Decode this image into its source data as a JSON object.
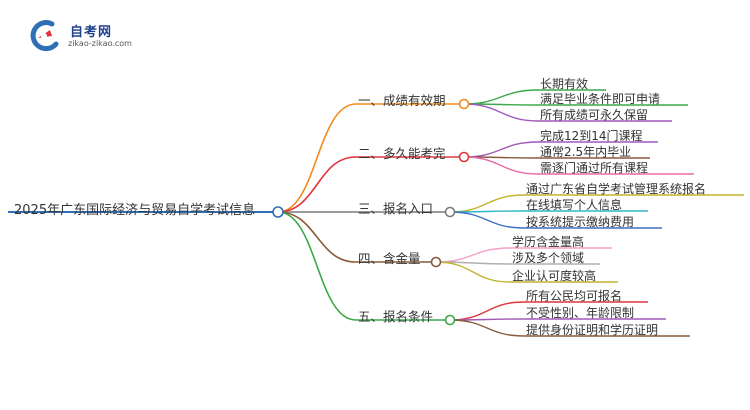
{
  "logo": {
    "name": "自考网",
    "url_text": "zikao-zikao.com"
  },
  "root": {
    "label": "2025年广东国际经济与贸易自学考试信息"
  },
  "branches": [
    {
      "label": "一、成绩有效期",
      "color": "#f28a1d",
      "leaves": [
        {
          "label": "长期有效",
          "color": "#3aa84a"
        },
        {
          "label": "满足毕业条件即可申请",
          "color": "#3aa84a"
        },
        {
          "label": "所有成绩可永久保留",
          "color": "#a05ab8"
        }
      ]
    },
    {
      "label": "二、多久能考完",
      "color": "#e0353b",
      "leaves": [
        {
          "label": "完成12到14门课程",
          "color": "#a05ab8"
        },
        {
          "label": "通常2.5年内毕业",
          "color": "#8a5a3c"
        },
        {
          "label": "需逐门通过所有课程",
          "color": "#e86aa8"
        }
      ]
    },
    {
      "label": "三、报名入口",
      "color": "#7a7a7a",
      "leaves": [
        {
          "label": "通过广东省自学考试管理系统报名",
          "color": "#c2b32e"
        },
        {
          "label": "在线填写个人信息",
          "color": "#2fb6c8"
        },
        {
          "label": "按系统提示缴纳费用",
          "color": "#3b6fc2"
        }
      ]
    },
    {
      "label": "四、含金量",
      "color": "#8a5a3c",
      "leaves": [
        {
          "label": "学历含金量高",
          "color": "#f2a0c8"
        },
        {
          "label": "涉及多个领域",
          "color": "#b0b0b0"
        },
        {
          "label": "企业认可度较高",
          "color": "#c2b32e"
        }
      ]
    },
    {
      "label": "五、报名条件",
      "color": "#3aa84a",
      "leaves": [
        {
          "label": "所有公民均可报名",
          "color": "#e0353b"
        },
        {
          "label": "不受性别、年龄限制",
          "color": "#a05ab8"
        },
        {
          "label": "提供身份证明和学历证明",
          "color": "#8a5a3c"
        }
      ]
    }
  ],
  "colors": {
    "root_line": "#2f6fb6",
    "node_fill": "#ffffff"
  }
}
